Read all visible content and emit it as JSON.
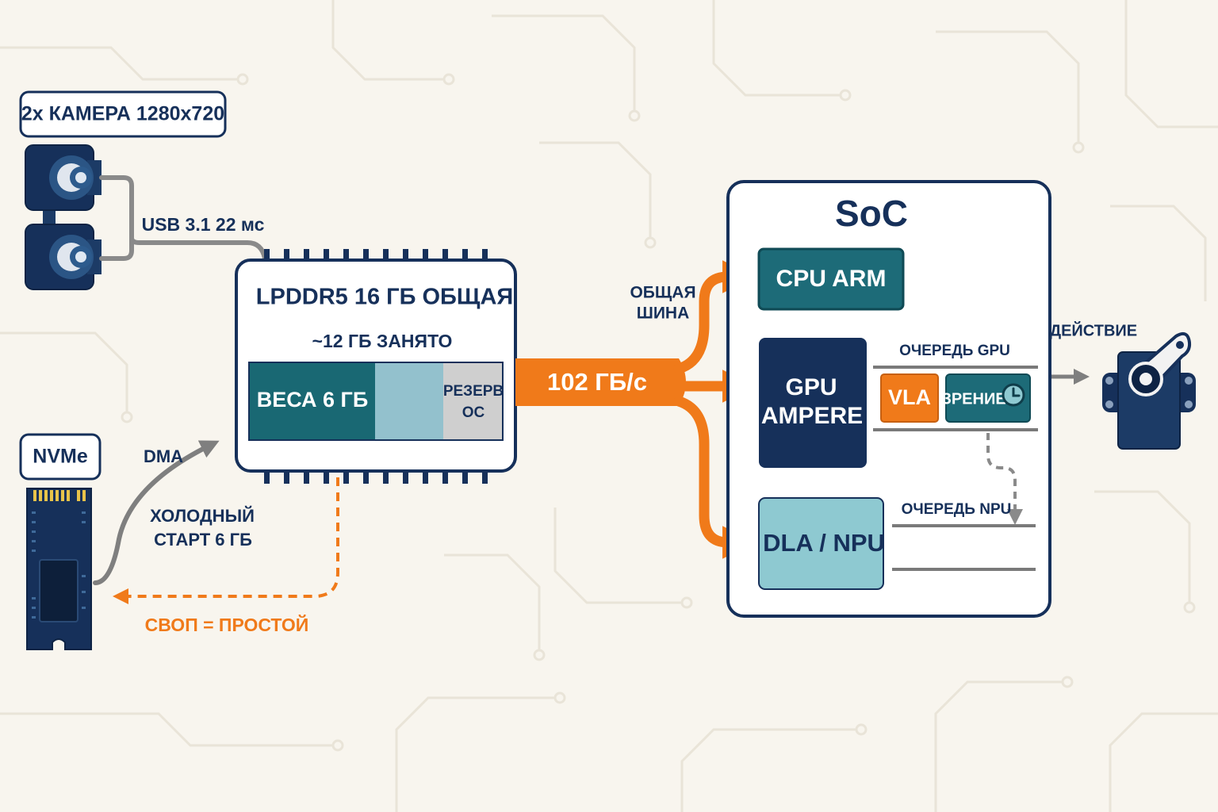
{
  "camera": {
    "label": "2x КАМЕРА 1280x720",
    "link_label": "USB 3.1  22 мс"
  },
  "nvme": {
    "label": "NVMe",
    "dma_label": "DMA",
    "cold_start_line1": "ХОЛОДНЫЙ",
    "cold_start_line2": "СТАРТ 6 ГБ",
    "swap_label": "СВОП = ПРОСТОЙ"
  },
  "memory": {
    "title": "LPDDR5  16 ГБ  ОБЩАЯ",
    "used_label": "~12 ГБ ЗАНЯТО",
    "weights_label": "ВЕСА 6 ГБ",
    "reserve_line1": "РЕЗЕРВ",
    "reserve_line2": "ОС"
  },
  "bus": {
    "label_line1": "ОБЩАЯ",
    "label_line2": "ШИНА",
    "bandwidth": "102 ГБ/с"
  },
  "soc": {
    "title": "SoC",
    "cpu_label": "CPU  ARM",
    "gpu_line1": "GPU",
    "gpu_line2": "AMPERE",
    "gpu_queue_label": "ОЧЕРЕДЬ GPU",
    "vla_label": "VLA",
    "vision_label": "ЗРЕНИЕ",
    "npu_queue_label": "ОЧЕРЕДЬ NPU",
    "npu_label": "DLA / NPU"
  },
  "action": {
    "label": "ДЕЙСТВИЕ"
  },
  "icons": {
    "camera": "camera-icon",
    "ssd": "ssd-icon",
    "clock": "clock-icon",
    "servo": "servo-icon"
  },
  "colors": {
    "navy": "#16305a",
    "teal": "#1d6b78",
    "light_teal": "#8ec9d1",
    "orange": "#f07a1a",
    "gray": "#8a8a8a"
  }
}
